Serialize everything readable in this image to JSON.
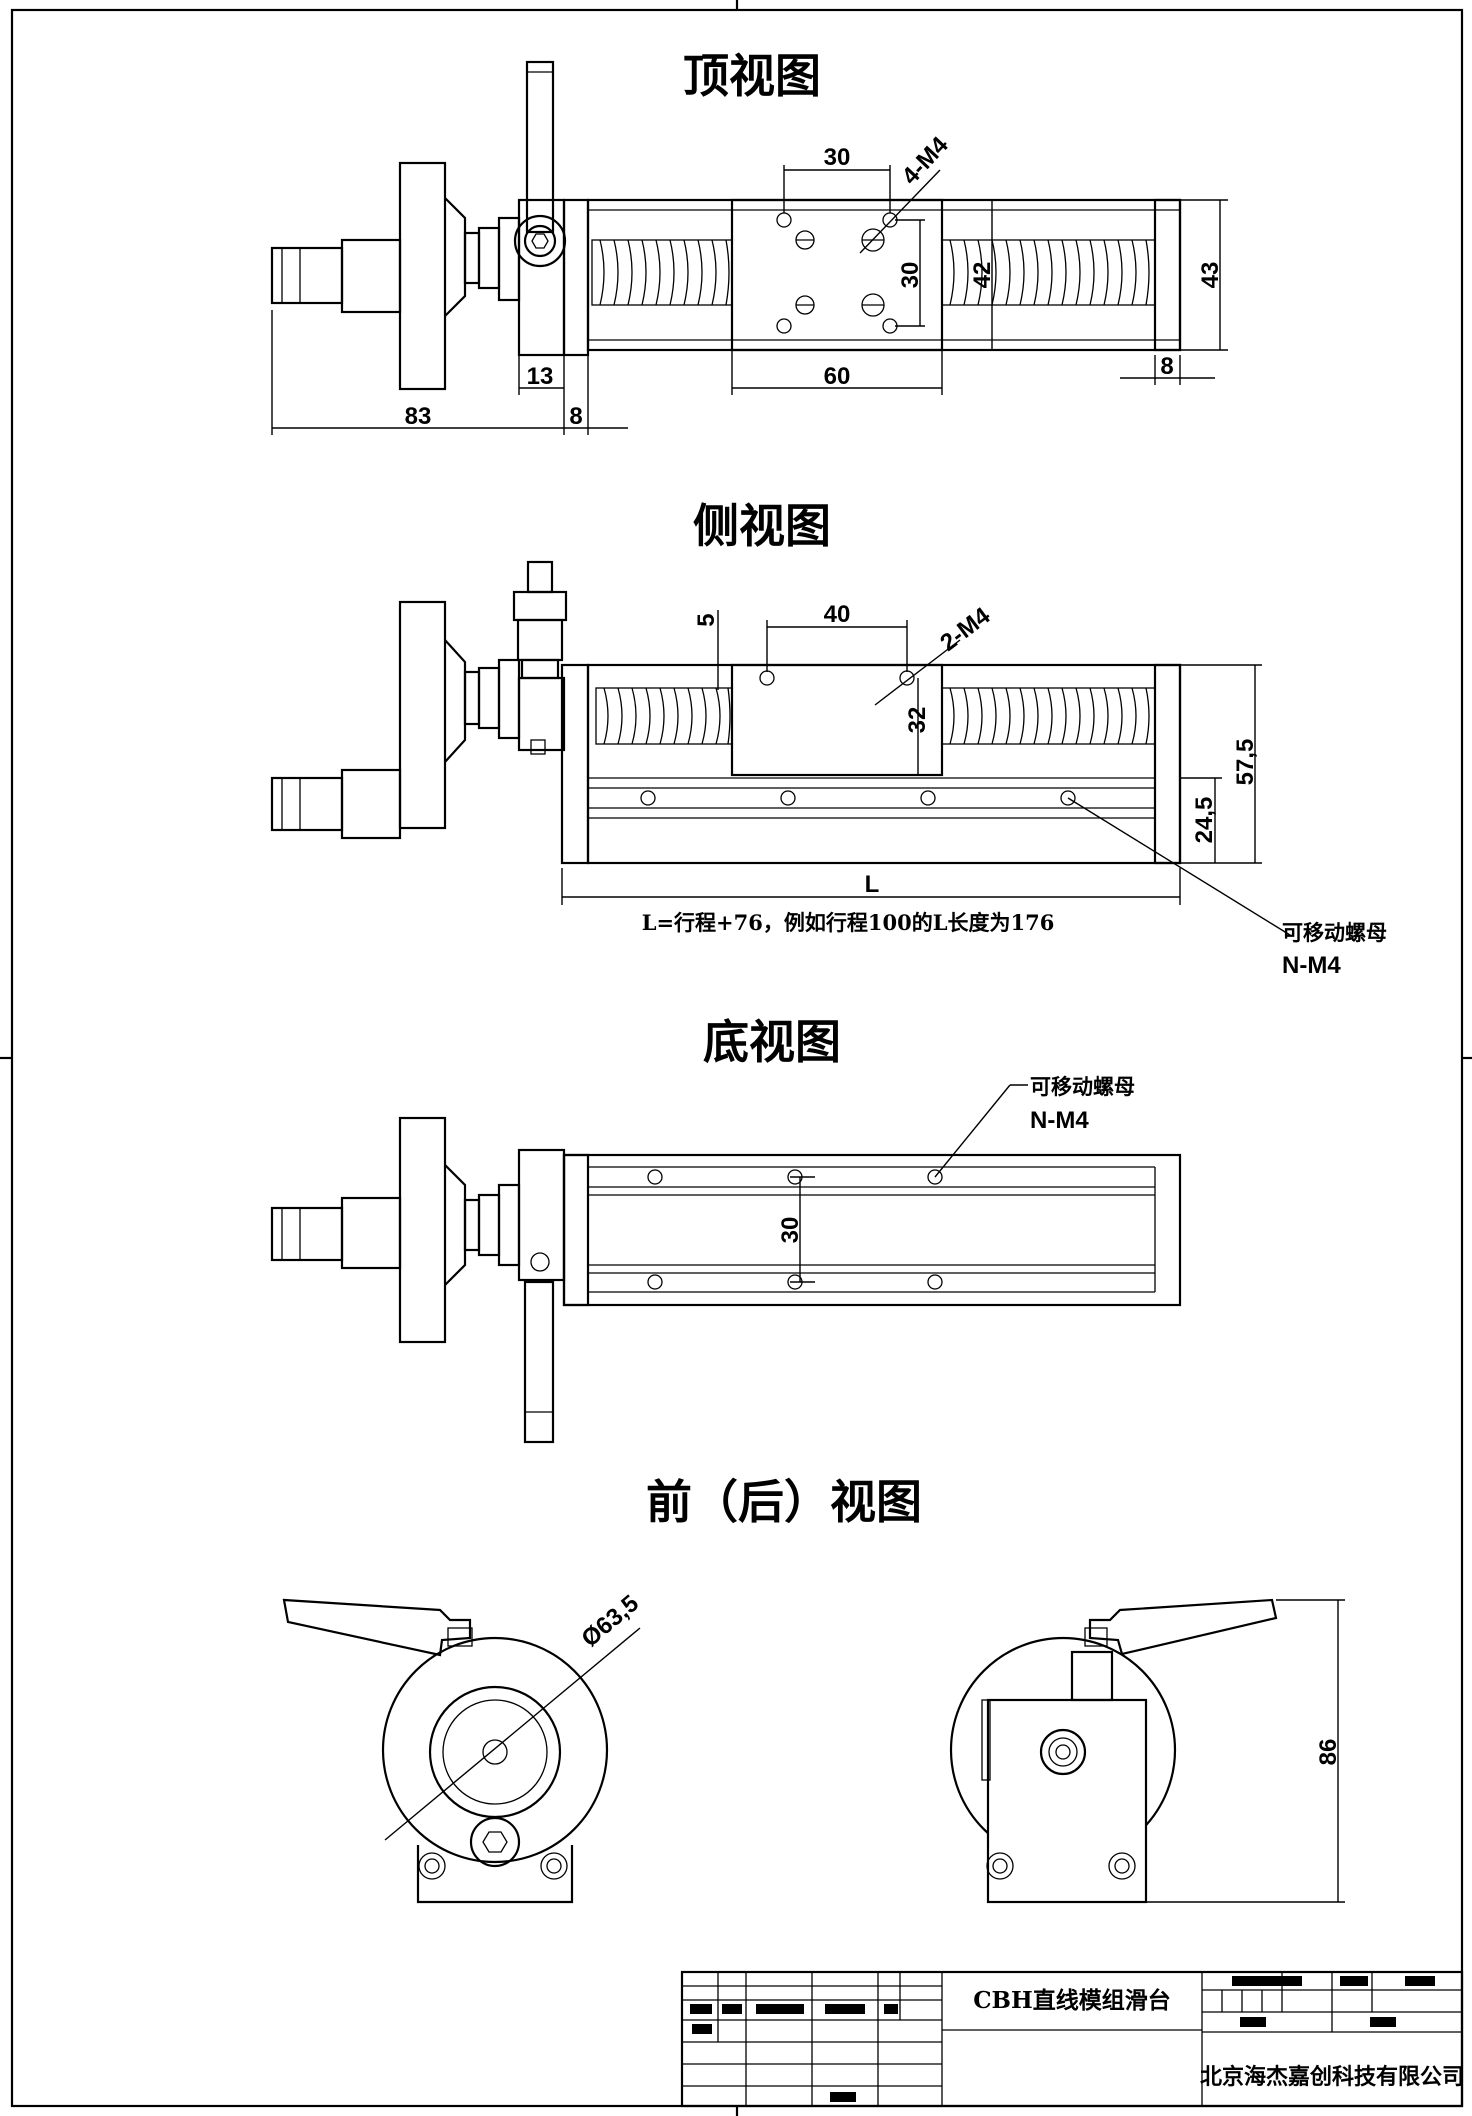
{
  "views": {
    "top": {
      "title": "顶视图"
    },
    "side": {
      "title": "侧视图"
    },
    "bottom": {
      "title": "底视图"
    },
    "front": {
      "title": "前（后）视图"
    }
  },
  "top_dims": {
    "d30a": "30",
    "d4m4": "4-M4",
    "d30b": "30",
    "d42": "42",
    "d43": "43",
    "d60": "60",
    "d13": "13",
    "d8a": "8",
    "d8b": "8",
    "d83": "83"
  },
  "side_dims": {
    "d5": "5",
    "d40": "40",
    "d2m4": "2-M4",
    "d32": "32",
    "d575": "57,5",
    "d245": "24,5",
    "dL": "L"
  },
  "side_note": "L=行程+76，例如行程100的L长度为176",
  "nut_label": {
    "line1": "可移动螺母",
    "line2": "N-M4"
  },
  "bottom_dims": {
    "d30": "30"
  },
  "front_dims": {
    "dia": "Ø63,5",
    "d86": "86"
  },
  "title_block": {
    "product": "CBH直线模组滑台",
    "company": "北京海杰嘉创科技有限公司"
  }
}
